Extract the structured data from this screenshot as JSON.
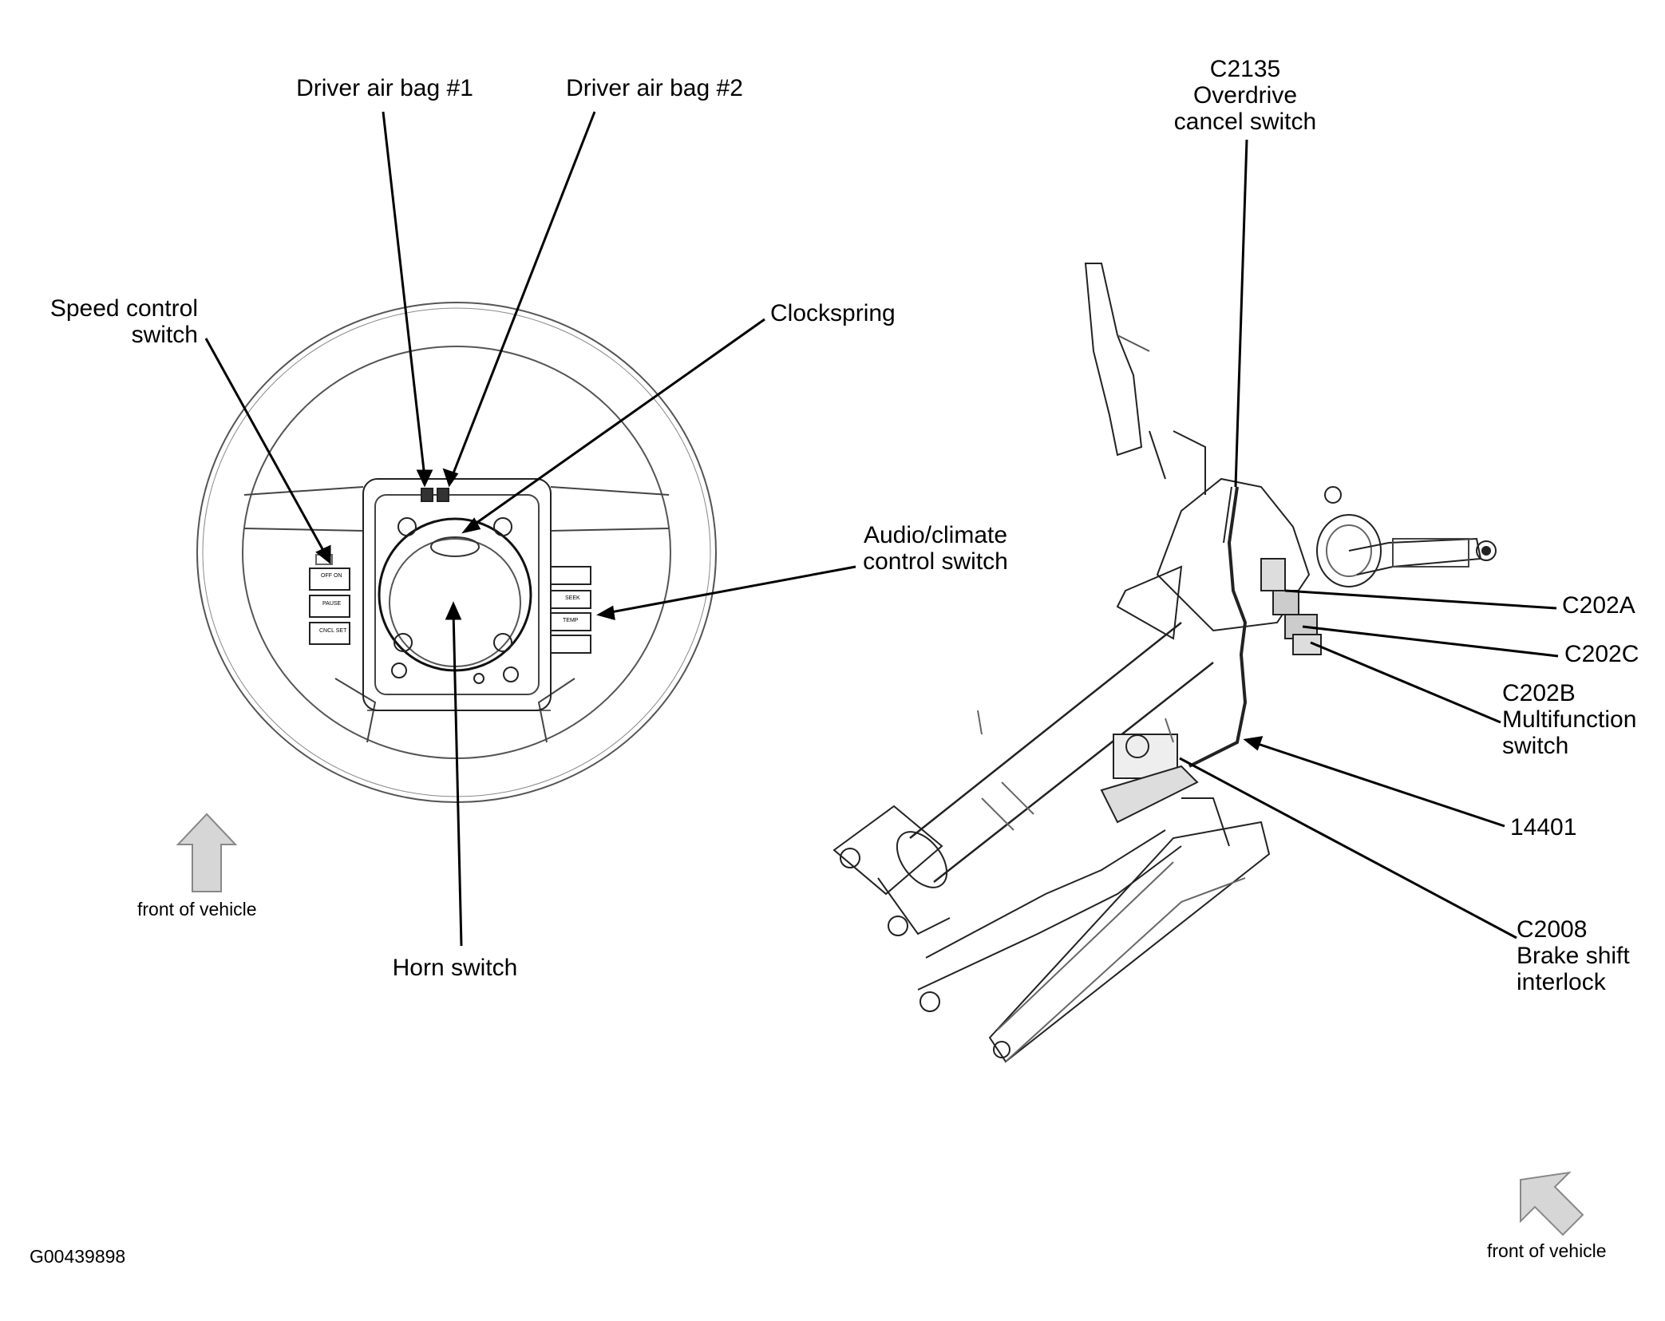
{
  "labels": {
    "driver_air_bag_1": "Driver air bag #1",
    "driver_air_bag_2": "Driver air bag #2",
    "speed_control_switch": "Speed control\nswitch",
    "clockspring": "Clockspring",
    "audio_climate_control_switch": "Audio/climate\ncontrol switch",
    "horn_switch": "Horn switch",
    "c2135": "C2135\nOverdrive\ncancel switch",
    "c202a": "C202A",
    "c202c": "C202C",
    "c202b": "C202B\nMultifunction\nswitch",
    "part_14401": "14401",
    "c2008": "C2008\nBrake shift\ninterlock"
  },
  "front_of_vehicle_left": "front of vehicle",
  "front_of_vehicle_right": "front of vehicle",
  "figure_id": "G00439898",
  "switch_text": {
    "left_1": "OFF ON",
    "left_2": "PAUSE",
    "left_3": "CNCL SET",
    "right_2": "SEEK",
    "right_3": "TEMP"
  }
}
